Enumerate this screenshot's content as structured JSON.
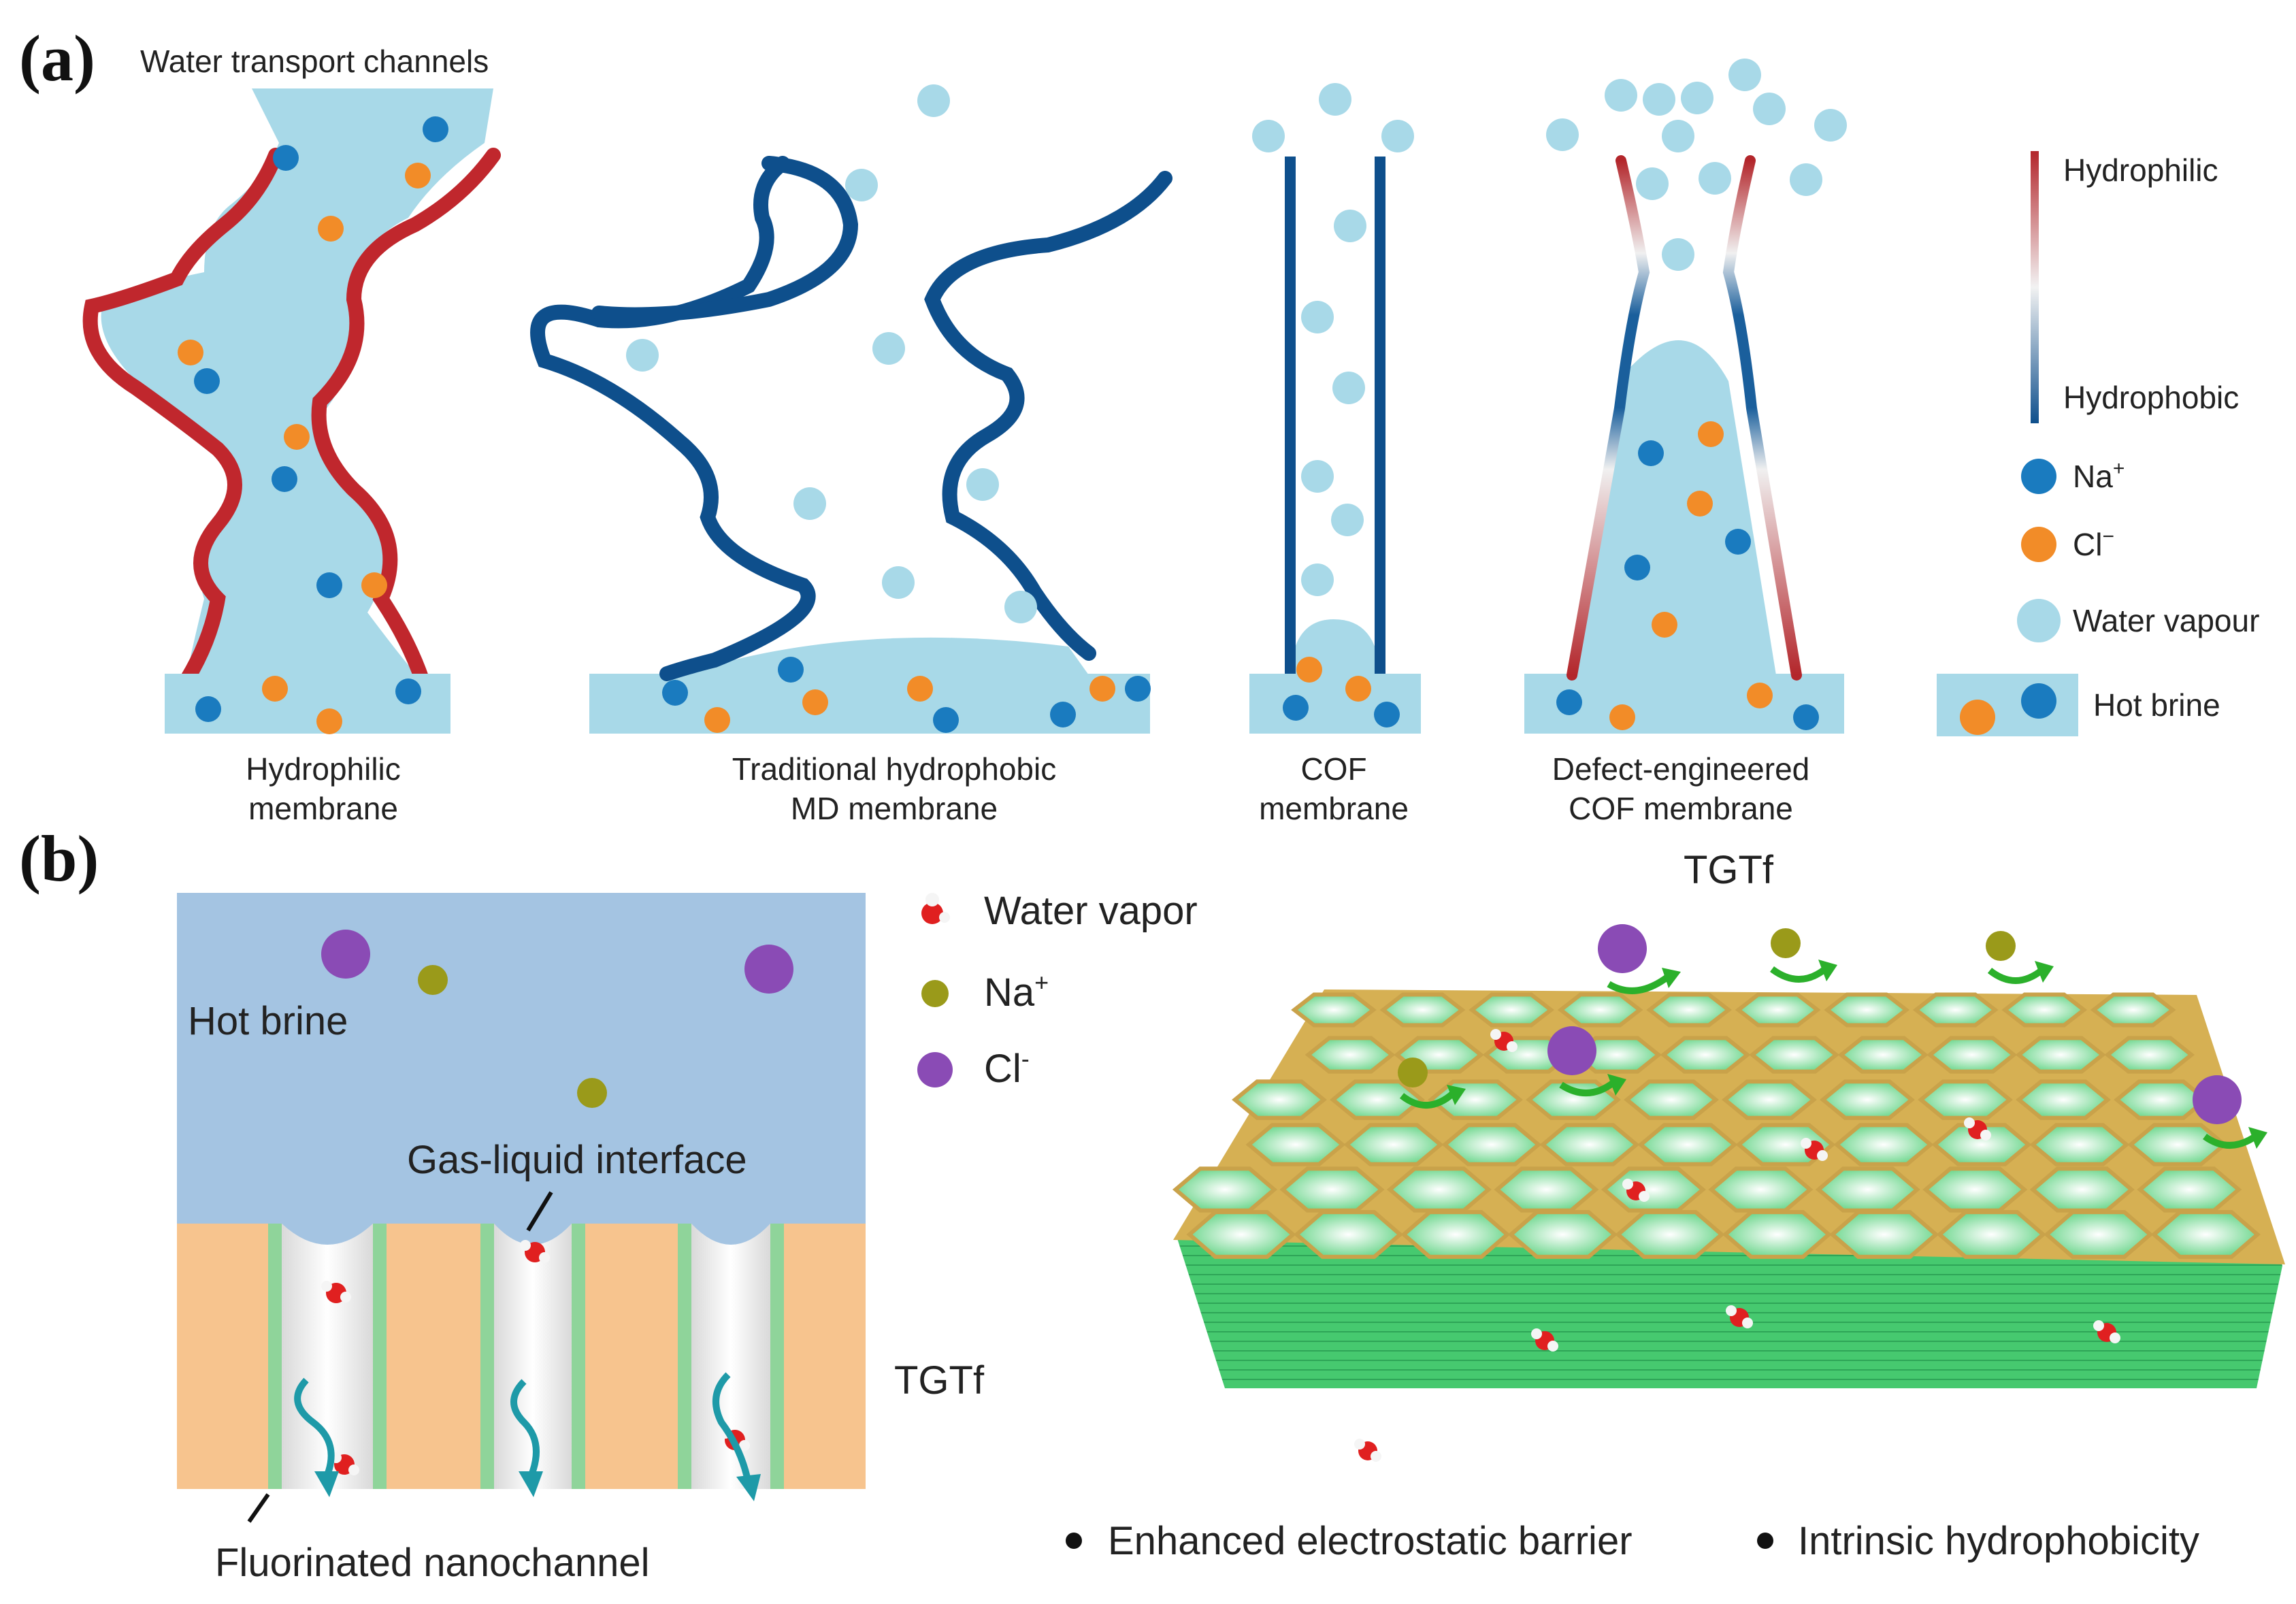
{
  "panel_a": {
    "label": "(a)",
    "header": "Water transport channels",
    "membranes": [
      {
        "line1": "Hydrophilic",
        "line2": "membrane"
      },
      {
        "line1": "Traditional hydrophobic",
        "line2": "MD membrane"
      },
      {
        "line1": "COF",
        "line2": "membrane"
      },
      {
        "line1": "Defect-engineered",
        "line2": "COF membrane"
      }
    ],
    "legend": {
      "hydrophilic": "Hydrophilic",
      "hydrophobic": "Hydrophobic",
      "na": "Na",
      "na_sup": "+",
      "cl": "Cl",
      "cl_sup": "−",
      "water_vapour": "Water vapour",
      "hot_brine": "Hot brine"
    }
  },
  "panel_b": {
    "label": "(b)",
    "hot_brine": "Hot brine",
    "gas_liquid_interface": "Gas-liquid interface",
    "tgtf_left": "TGTf",
    "fluorinated_nanochannel": "Fluorinated nanochannel",
    "legend": {
      "water_vapor": "Water vapor",
      "na": "Na",
      "na_sup": "+",
      "cl": "Cl",
      "cl_sup": "-"
    },
    "tgtf_title": "TGTf",
    "bullets": [
      "Enhanced electrostatic barrier",
      "Intrinsic hydrophobicity"
    ]
  },
  "colors": {
    "water": "#a8d9e8",
    "na": "#1a7bbf",
    "cl": "#f28c28",
    "hydrophilic_wall": "#c0272d",
    "hydrophobic_wall": "#0e4f8c",
    "brine_b": "#a4c4e2",
    "membrane_b": "#f7c48e",
    "channel_wall_b": "#8fd49a",
    "na_b": "#9a9a1a",
    "cl_b": "#8a4bb5",
    "hex_top": "#7fd99b",
    "hex_rim": "#c9a24a",
    "hex_side": "#3ec76a"
  }
}
